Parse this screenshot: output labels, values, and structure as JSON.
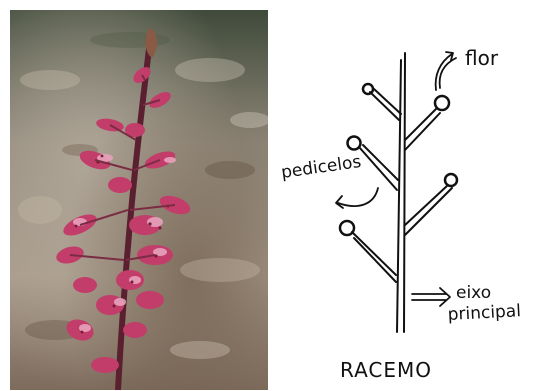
{
  "photo": {
    "subject": "pink-spotted orchid inflorescence (racemo)",
    "colors": {
      "flower": "#c23d6a",
      "flower_light": "#e7a2bc",
      "stem": "#5a2030",
      "ground": "#9b8f80"
    }
  },
  "diagram": {
    "labels": {
      "flor": "flor",
      "pedicelos": "pedicelos",
      "eixo_line1": "eixo",
      "eixo_line2": "principal",
      "title": "RACEMO"
    },
    "ink_color": "#111111"
  }
}
